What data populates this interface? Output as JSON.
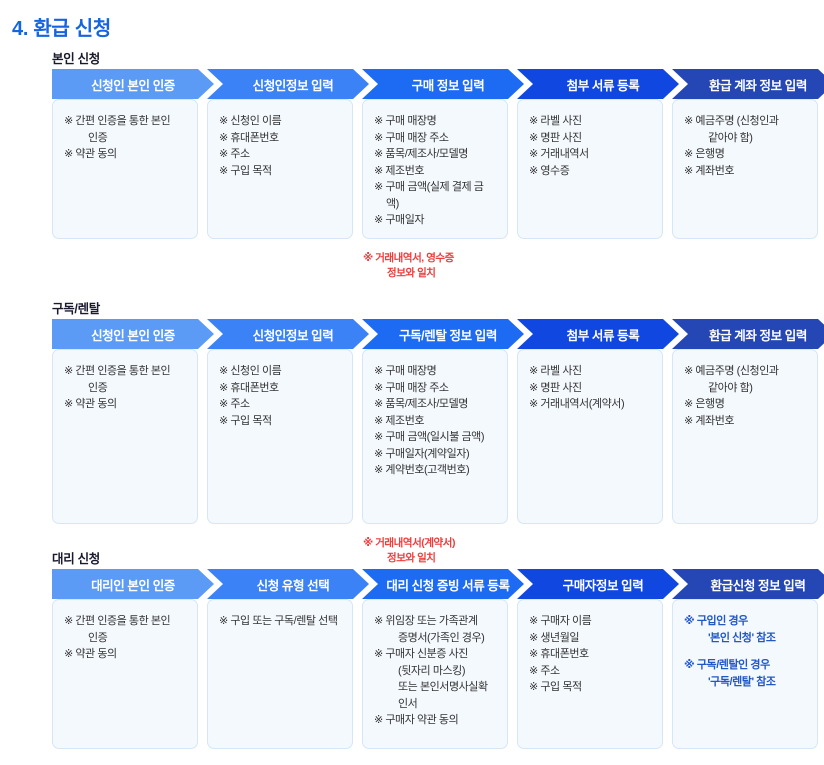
{
  "page": {
    "title": "4. 환급 신청"
  },
  "accent": {
    "title_blue": "#1565E0",
    "box_bg": "#F4F9FE",
    "box_border": "#D6E6F7",
    "note_red": "#F03C3C",
    "ref_blue": "#2257C8",
    "chevron_colors": [
      "#5B9BF5",
      "#3B82F7",
      "#1C6BF2",
      "#1047E0",
      "#2447B5"
    ]
  },
  "sections": [
    {
      "label": "본인 신청",
      "steps": [
        {
          "title": "신청인 본인 인증",
          "color": "#5B9BF5",
          "items": [
            {
              "text": "※ 간편 인증을 통한 본인",
              "sub": "인증"
            },
            {
              "text": "※ 약관 동의"
            }
          ]
        },
        {
          "title": "신청인정보 입력",
          "color": "#3B82F7",
          "items": [
            {
              "text": "※ 신청인 이름"
            },
            {
              "text": "※ 휴대폰번호"
            },
            {
              "text": "※ 주소"
            },
            {
              "text": "※ 구입 목적"
            }
          ]
        },
        {
          "title": "구매 정보 입력",
          "color": "#1C6BF2",
          "items": [
            {
              "text": "※ 구매 매장명"
            },
            {
              "text": "※ 구매 매장 주소"
            },
            {
              "text": "※ 품목/제조사/모델명"
            },
            {
              "text": "※ 제조번호"
            },
            {
              "text": "※ 구매 금액(실제 결제 금액)"
            },
            {
              "text": "※ 구매일자"
            }
          ],
          "note": {
            "text": "※ 거래내역서, 영수증",
            "sub": "정보와 일치"
          }
        },
        {
          "title": "첨부 서류 등록",
          "color": "#1047E0",
          "items": [
            {
              "text": "※ 라벨 사진"
            },
            {
              "text": "※ 명판 사진"
            },
            {
              "text": "※ 거래내역서"
            },
            {
              "text": "※ 영수증"
            }
          ]
        },
        {
          "title": "환급 계좌 정보 입력",
          "color": "#2447B5",
          "items": [
            {
              "text": "※ 예금주명 (신청인과",
              "sub": "같아야 함)"
            },
            {
              "text": "※ 은행명"
            },
            {
              "text": "※ 계좌번호"
            }
          ]
        }
      ]
    },
    {
      "label": "구독/렌탈",
      "steps": [
        {
          "title": "신청인 본인 인증",
          "color": "#5B9BF5",
          "items": [
            {
              "text": "※ 간편 인증을 통한 본인",
              "sub": "인증"
            },
            {
              "text": "※ 약관 동의"
            }
          ]
        },
        {
          "title": "신청인정보 입력",
          "color": "#3B82F7",
          "items": [
            {
              "text": "※ 신청인 이름"
            },
            {
              "text": "※ 휴대폰번호"
            },
            {
              "text": "※ 주소"
            },
            {
              "text": "※ 구입 목적"
            }
          ]
        },
        {
          "title": "구독/렌탈 정보 입력",
          "color": "#1C6BF2",
          "items": [
            {
              "text": "※ 구매 매장명"
            },
            {
              "text": "※ 구매 매장 주소"
            },
            {
              "text": "※ 품목/제조사/모델명"
            },
            {
              "text": "※ 제조번호"
            },
            {
              "text": "※ 구매 금액(일시불 금액)"
            },
            {
              "text": "※ 구매일자(계약일자)"
            },
            {
              "text": "※ 계약번호(고객번호)"
            }
          ],
          "note": {
            "text": "※ 거래내역서(계약서)",
            "sub": "정보와 일치"
          }
        },
        {
          "title": "첨부 서류 등록",
          "color": "#1047E0",
          "items": [
            {
              "text": "※ 라벨 사진"
            },
            {
              "text": "※ 명판 사진"
            },
            {
              "text": "※ 거래내역서(계약서)"
            }
          ]
        },
        {
          "title": "환급 계좌 정보 입력",
          "color": "#2447B5",
          "items": [
            {
              "text": "※ 예금주명 (신청인과",
              "sub": "같아야 함)"
            },
            {
              "text": "※ 은행명"
            },
            {
              "text": "※ 계좌번호"
            }
          ]
        }
      ]
    },
    {
      "label": "대리 신청",
      "steps": [
        {
          "title": "대리인 본인 인증",
          "color": "#5B9BF5",
          "items": [
            {
              "text": "※ 간편 인증을 통한 본인",
              "sub": "인증"
            },
            {
              "text": "※ 약관 동의"
            }
          ]
        },
        {
          "title": "신청 유형 선택",
          "color": "#3B82F7",
          "items": [
            {
              "text": "※ 구입 또는 구독/렌탈 선택"
            }
          ]
        },
        {
          "title": "대리 신청 증빙 서류 등록",
          "color": "#1C6BF2",
          "items": [
            {
              "text": "※ 위임장 또는 가족관계",
              "sub": "증명서(가족인 경우)"
            },
            {
              "text": "※ 구매자 신분증 사진",
              "sub": "(뒷자리 마스킹)\n또는 본인서명사실확인서"
            },
            {
              "text": "※ 구매자 약관 동의"
            }
          ]
        },
        {
          "title": "구매자정보 입력",
          "color": "#1047E0",
          "items": [
            {
              "text": "※ 구매자 이름"
            },
            {
              "text": "※ 생년월일"
            },
            {
              "text": "※ 휴대폰번호"
            },
            {
              "text": "※ 주소"
            },
            {
              "text": "※ 구입 목적"
            }
          ]
        },
        {
          "title": "환급신청 정보 입력",
          "color": "#2447B5",
          "style": "ref",
          "items": [
            {
              "text": "※ 구입인 경우",
              "sub": "'본인 신청' 참조"
            },
            {
              "spacer": true
            },
            {
              "text": "※ 구독/렌탈인 경우",
              "sub": "'구독/렌탈' 참조"
            }
          ]
        }
      ]
    }
  ]
}
